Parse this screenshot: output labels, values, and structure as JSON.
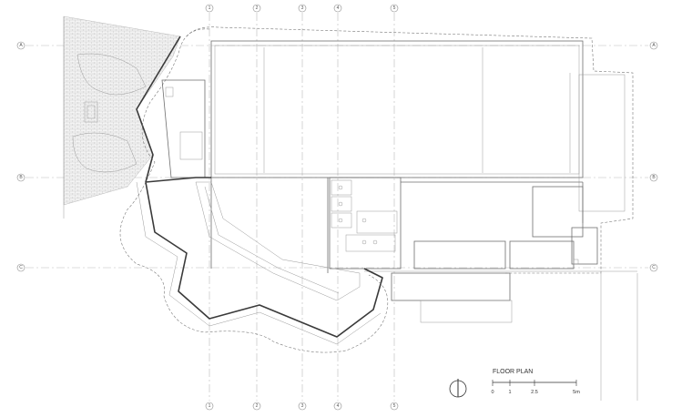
{
  "title": "FLOOR PLAN",
  "grid": {
    "vertical": [
      "1",
      "2",
      "3",
      "4",
      "5"
    ],
    "horizontal": [
      "A",
      "B",
      "C"
    ]
  },
  "scale_bar": {
    "labels": [
      "0",
      "1",
      "2.5",
      "5m"
    ]
  },
  "icons": {
    "north_arrow": "north-arrow-icon"
  }
}
